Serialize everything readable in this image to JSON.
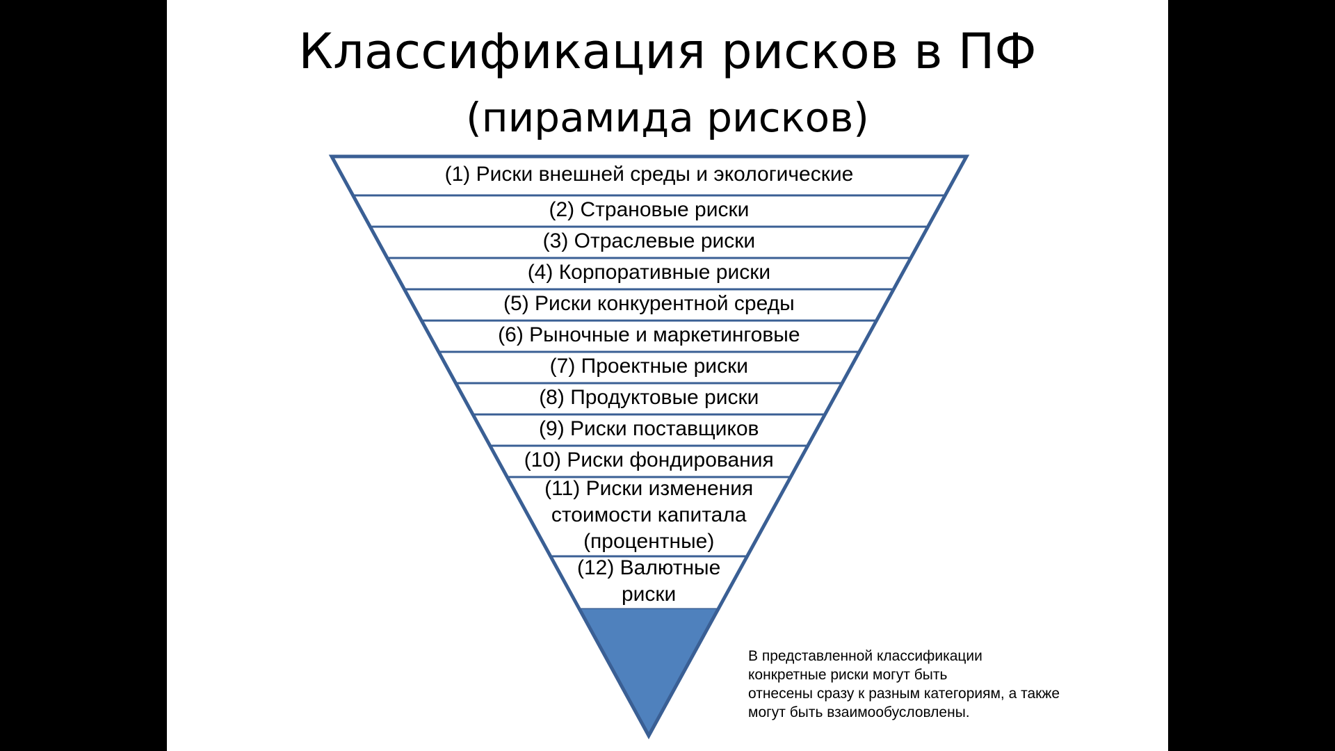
{
  "slide": {
    "title": "Классификация рисков в ПФ",
    "subtitle": "(пирамида рисков)"
  },
  "pyramid": {
    "outline_color": "#3a5f94",
    "tip_fill_color": "#4f81bd",
    "tiers": [
      {
        "lines": [
          "(1) Риски внешней среды и экологические"
        ]
      },
      {
        "lines": [
          "(2) Страновые риски"
        ]
      },
      {
        "lines": [
          "(3) Отраслевые риски"
        ]
      },
      {
        "lines": [
          "(4) Корпоративные риски"
        ]
      },
      {
        "lines": [
          "(5) Риски конкурентной среды"
        ]
      },
      {
        "lines": [
          "(6) Рыночные и маркетинговые"
        ]
      },
      {
        "lines": [
          "(7) Проектные риски"
        ]
      },
      {
        "lines": [
          "(8) Продуктовые риски"
        ]
      },
      {
        "lines": [
          "(9) Риски поставщиков"
        ]
      },
      {
        "lines": [
          "(10) Риски фондирования"
        ]
      },
      {
        "lines": [
          "(11) Риски изменения",
          "стоимости капитала",
          "(процентные)"
        ]
      },
      {
        "lines": [
          "(12) Валютные",
          "риски"
        ]
      }
    ]
  },
  "note": {
    "lines": [
      "В представленной классификации",
      "конкретные риски могут быть",
      "отнесены сразу к разным категориям, а также",
      "могут быть взаимообусловлены."
    ]
  }
}
